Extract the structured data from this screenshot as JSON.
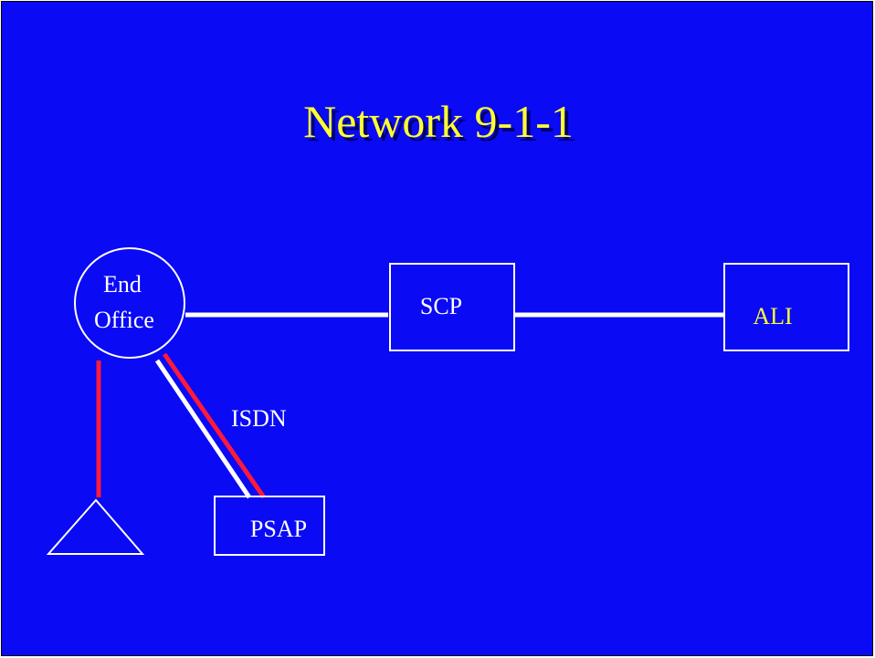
{
  "slide": {
    "title": "Network 9-1-1",
    "colors": {
      "background": "#0a0af5",
      "title": "#ffff33",
      "white_text": "#ffffff",
      "ali_text": "#ffff33",
      "white_line": "#ffffff",
      "red_line": "#ff1a3a",
      "title_shadow": "#000066"
    }
  },
  "nodes": {
    "end_office": {
      "line1": "End",
      "line2": "Office"
    },
    "scp": {
      "label": "SCP"
    },
    "ali": {
      "label": "ALI"
    },
    "psap": {
      "label": "PSAP"
    }
  },
  "links": {
    "isdn": {
      "label": "ISDN"
    }
  }
}
